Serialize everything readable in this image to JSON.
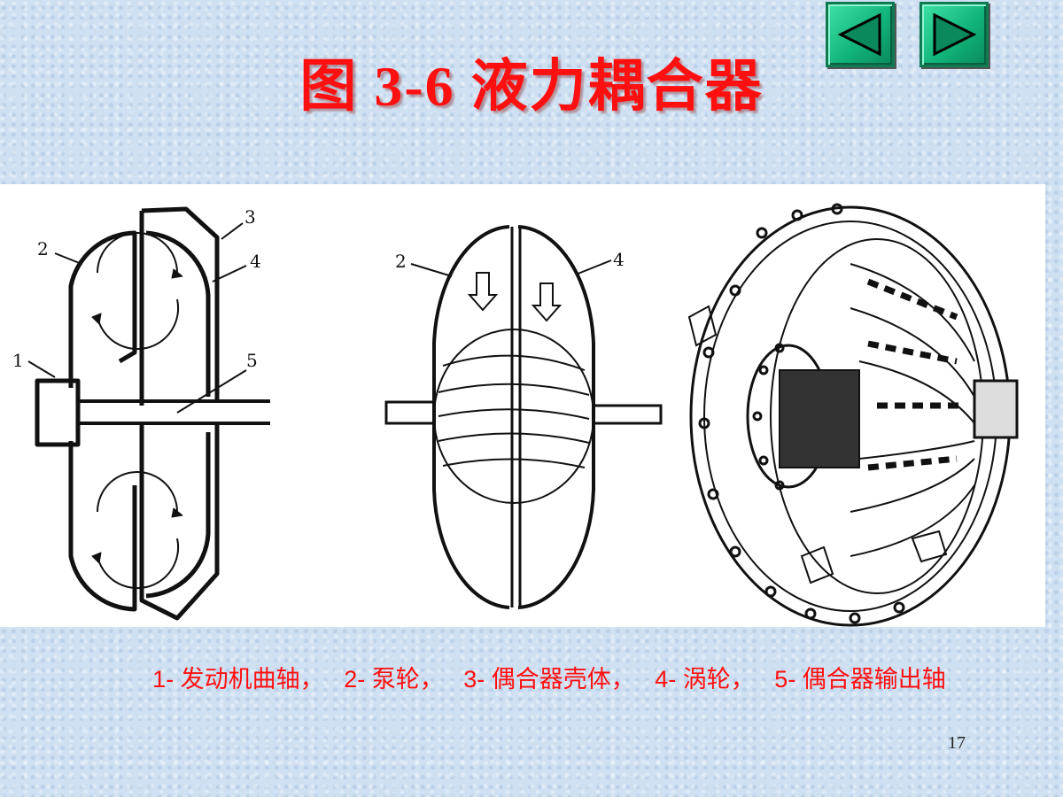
{
  "slide": {
    "title": "图 3-6  液力耦合器",
    "page_number": "17"
  },
  "navigation": {
    "prev_icon": "left-triangle-icon",
    "next_icon": "right-triangle-icon",
    "button_color": "#11b57a"
  },
  "figure": {
    "schematic_labels": [
      "1",
      "2",
      "3",
      "4",
      "5"
    ],
    "section_labels": [
      "2",
      "4"
    ]
  },
  "caption": {
    "items": [
      "1- 发动机曲轴，",
      "2- 泵轮，",
      "3- 偶合器壳体，",
      "4- 涡轮，",
      "5- 偶合器输出轴"
    ]
  },
  "colors": {
    "title": "#ff1010",
    "caption": "#ff1010",
    "background": "#cfe0f2"
  }
}
